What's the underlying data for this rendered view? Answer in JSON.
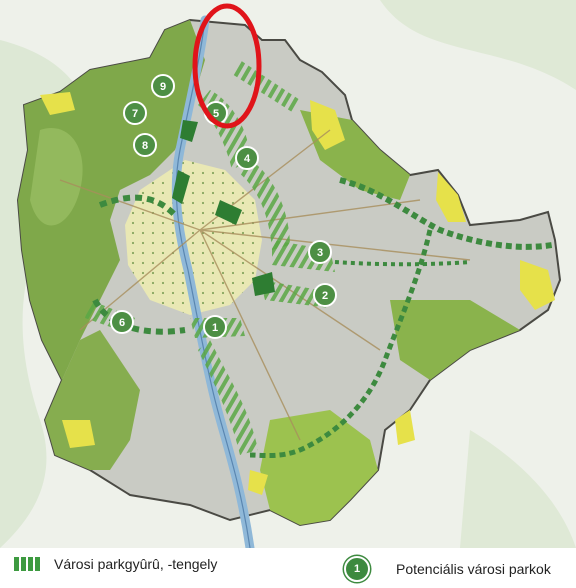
{
  "legend": {
    "parks_axes_label": "Városi parkgyûrû, -tengely",
    "potential_parks_label": "Potenciális városi parkok",
    "badge_number": "1"
  },
  "parks": [
    {
      "id": "park-1",
      "number": "1"
    },
    {
      "id": "park-2",
      "number": "2"
    },
    {
      "id": "park-3",
      "number": "3"
    },
    {
      "id": "park-4",
      "number": "4"
    },
    {
      "id": "park-5",
      "number": "5"
    },
    {
      "id": "park-6",
      "number": "6"
    },
    {
      "id": "park-7",
      "number": "7"
    },
    {
      "id": "park-8",
      "number": "8"
    },
    {
      "id": "park-9",
      "number": "9"
    }
  ],
  "colors": {
    "forest_dark": "#7fa84a",
    "urban_grey": "#c9cbc4",
    "park_green": "#2e7d32",
    "corridor_green": "#5aa845",
    "river_blue": "#8fb8d8",
    "highlight_red": "#e0141a",
    "yellow_patch": "#e6e14a",
    "inner_core": "#e9e8b4"
  }
}
